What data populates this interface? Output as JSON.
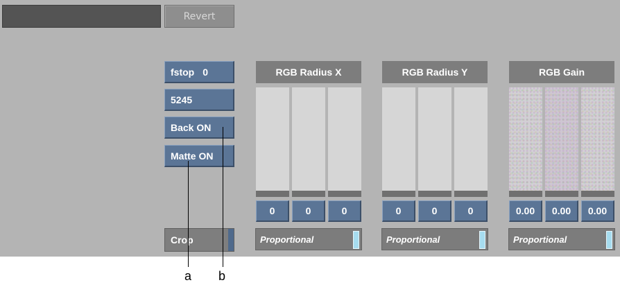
{
  "toolbar": {
    "revert_label": "Revert"
  },
  "buttons": {
    "fstop_label": "fstop",
    "fstop_value": "0",
    "film_type": "5245",
    "back_label": "Back ON",
    "matte_label": "Matte ON",
    "crop_label": "Crop"
  },
  "groups": [
    {
      "title": "RGB Radius X",
      "values": [
        "0",
        "0",
        "0"
      ],
      "mode": "Proportional"
    },
    {
      "title": "RGB Radius Y",
      "values": [
        "0",
        "0",
        "0"
      ],
      "mode": "Proportional"
    },
    {
      "title": "RGB Gain",
      "values": [
        "0.00",
        "0.00",
        "0.00"
      ],
      "mode": "Proportional"
    }
  ],
  "callouts": {
    "a": "a",
    "b": "b"
  },
  "colors": {
    "panel_bg": "#b4b4b4",
    "button_blue": "#5b7596",
    "indicator": "#a6dcef"
  }
}
